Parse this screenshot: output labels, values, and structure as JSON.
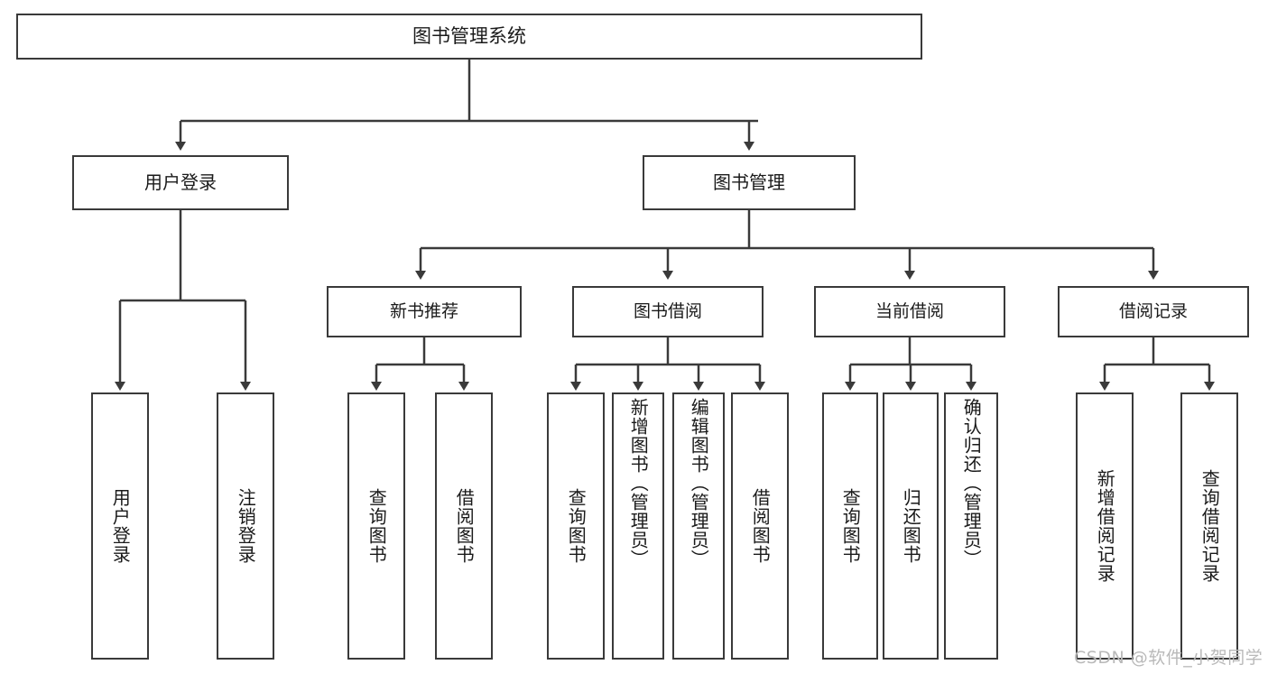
{
  "diagram": {
    "type": "tree-hierarchy",
    "title": "图书管理系统",
    "colors": {
      "stroke": "#3a3a3a",
      "fill": "#ffffff",
      "text": "#1a1a1a",
      "watermark": "#b9b9b9"
    },
    "root": {
      "label": "图书管理系统"
    },
    "level2": [
      {
        "label": "用户登录"
      },
      {
        "label": "图书管理"
      }
    ],
    "level3": [
      {
        "label": "新书推荐"
      },
      {
        "label": "图书借阅"
      },
      {
        "label": "当前借阅"
      },
      {
        "label": "借阅记录"
      }
    ],
    "leaves": {
      "user_login": [
        {
          "label": "用户登录"
        },
        {
          "label": "注销登录"
        }
      ],
      "new_book_recommend": [
        {
          "label": "查询图书"
        },
        {
          "label": "借阅图书"
        }
      ],
      "book_borrow": [
        {
          "label": "查询图书"
        },
        {
          "label": "新增图书（管理员）"
        },
        {
          "label": "编辑图书（管理员）"
        },
        {
          "label": "借阅图书"
        }
      ],
      "current_borrow": [
        {
          "label": "查询图书"
        },
        {
          "label": "归还图书"
        },
        {
          "label": "确认归还（管理员）"
        }
      ],
      "borrow_records": [
        {
          "label": "新增借阅记录"
        },
        {
          "label": "查询借阅记录"
        }
      ]
    }
  },
  "watermark": {
    "text": "CSDN @软件_小贺同学"
  }
}
